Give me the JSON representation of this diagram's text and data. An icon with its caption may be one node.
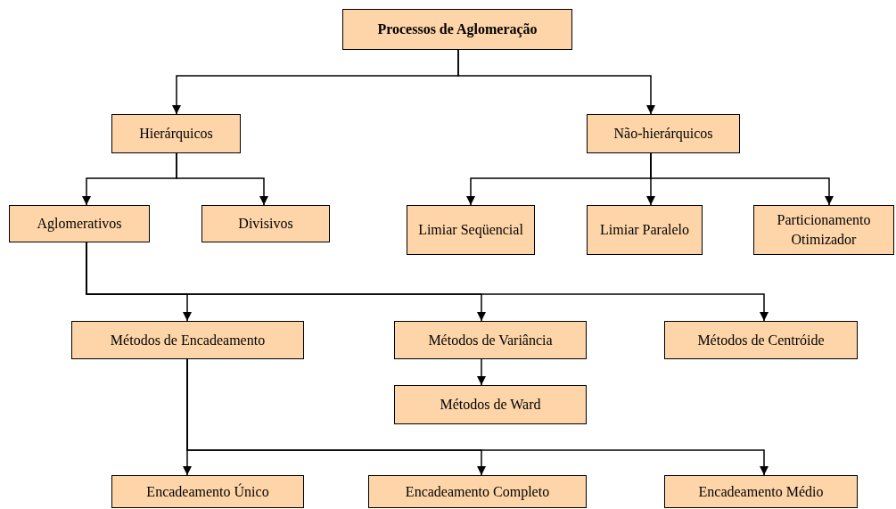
{
  "diagram": {
    "nodes": [
      {
        "text": [
          "Processos de Aglomeração"
        ]
      },
      {
        "text": [
          "Hierárquicos"
        ]
      },
      {
        "text": [
          "Não-hierárquicos"
        ]
      },
      {
        "text": [
          "Aglomerativos"
        ]
      },
      {
        "text": [
          "Divisivos"
        ]
      },
      {
        "text": [
          "Limiar Seqüencial"
        ]
      },
      {
        "text": [
          "Limiar Paralelo"
        ]
      },
      {
        "text": [
          "Particionamento Otimizador"
        ]
      },
      {
        "text": [
          "Métodos de Encadeamento"
        ]
      },
      {
        "text": [
          "Métodos de Variância"
        ]
      },
      {
        "text": [
          "Métodos de Centróide"
        ]
      },
      {
        "text": [
          "Métodos de Ward"
        ]
      },
      {
        "text": [
          "Encadeamento Único"
        ]
      },
      {
        "text": [
          "Encadeamento Completo"
        ]
      },
      {
        "text": [
          "Encadeamento Médio"
        ]
      }
    ],
    "edges": [
      {
        "from": 0,
        "to": 1,
        "arrow": "to"
      },
      {
        "from": 0,
        "to": 2,
        "arrow": "to"
      },
      {
        "from": 1,
        "to": 3,
        "arrow": "to"
      },
      {
        "from": 1,
        "to": 4,
        "arrow": "to"
      },
      {
        "from": 2,
        "to": 5,
        "arrow": "to"
      },
      {
        "from": 2,
        "to": 6,
        "arrow": "to"
      },
      {
        "from": 2,
        "to": 7,
        "arrow": "to"
      },
      {
        "from": 3,
        "to": 8,
        "arrow": "to"
      },
      {
        "from": 3,
        "to": 9,
        "arrow": "to"
      },
      {
        "from": 3,
        "to": 10,
        "arrow": "to"
      },
      {
        "from": 9,
        "to": 11,
        "arrow": "to"
      },
      {
        "from": 8,
        "to": 12,
        "arrow": "to"
      },
      {
        "from": 8,
        "to": 13,
        "arrow": "to"
      },
      {
        "from": 8,
        "to": 14,
        "arrow": "to"
      }
    ]
  }
}
